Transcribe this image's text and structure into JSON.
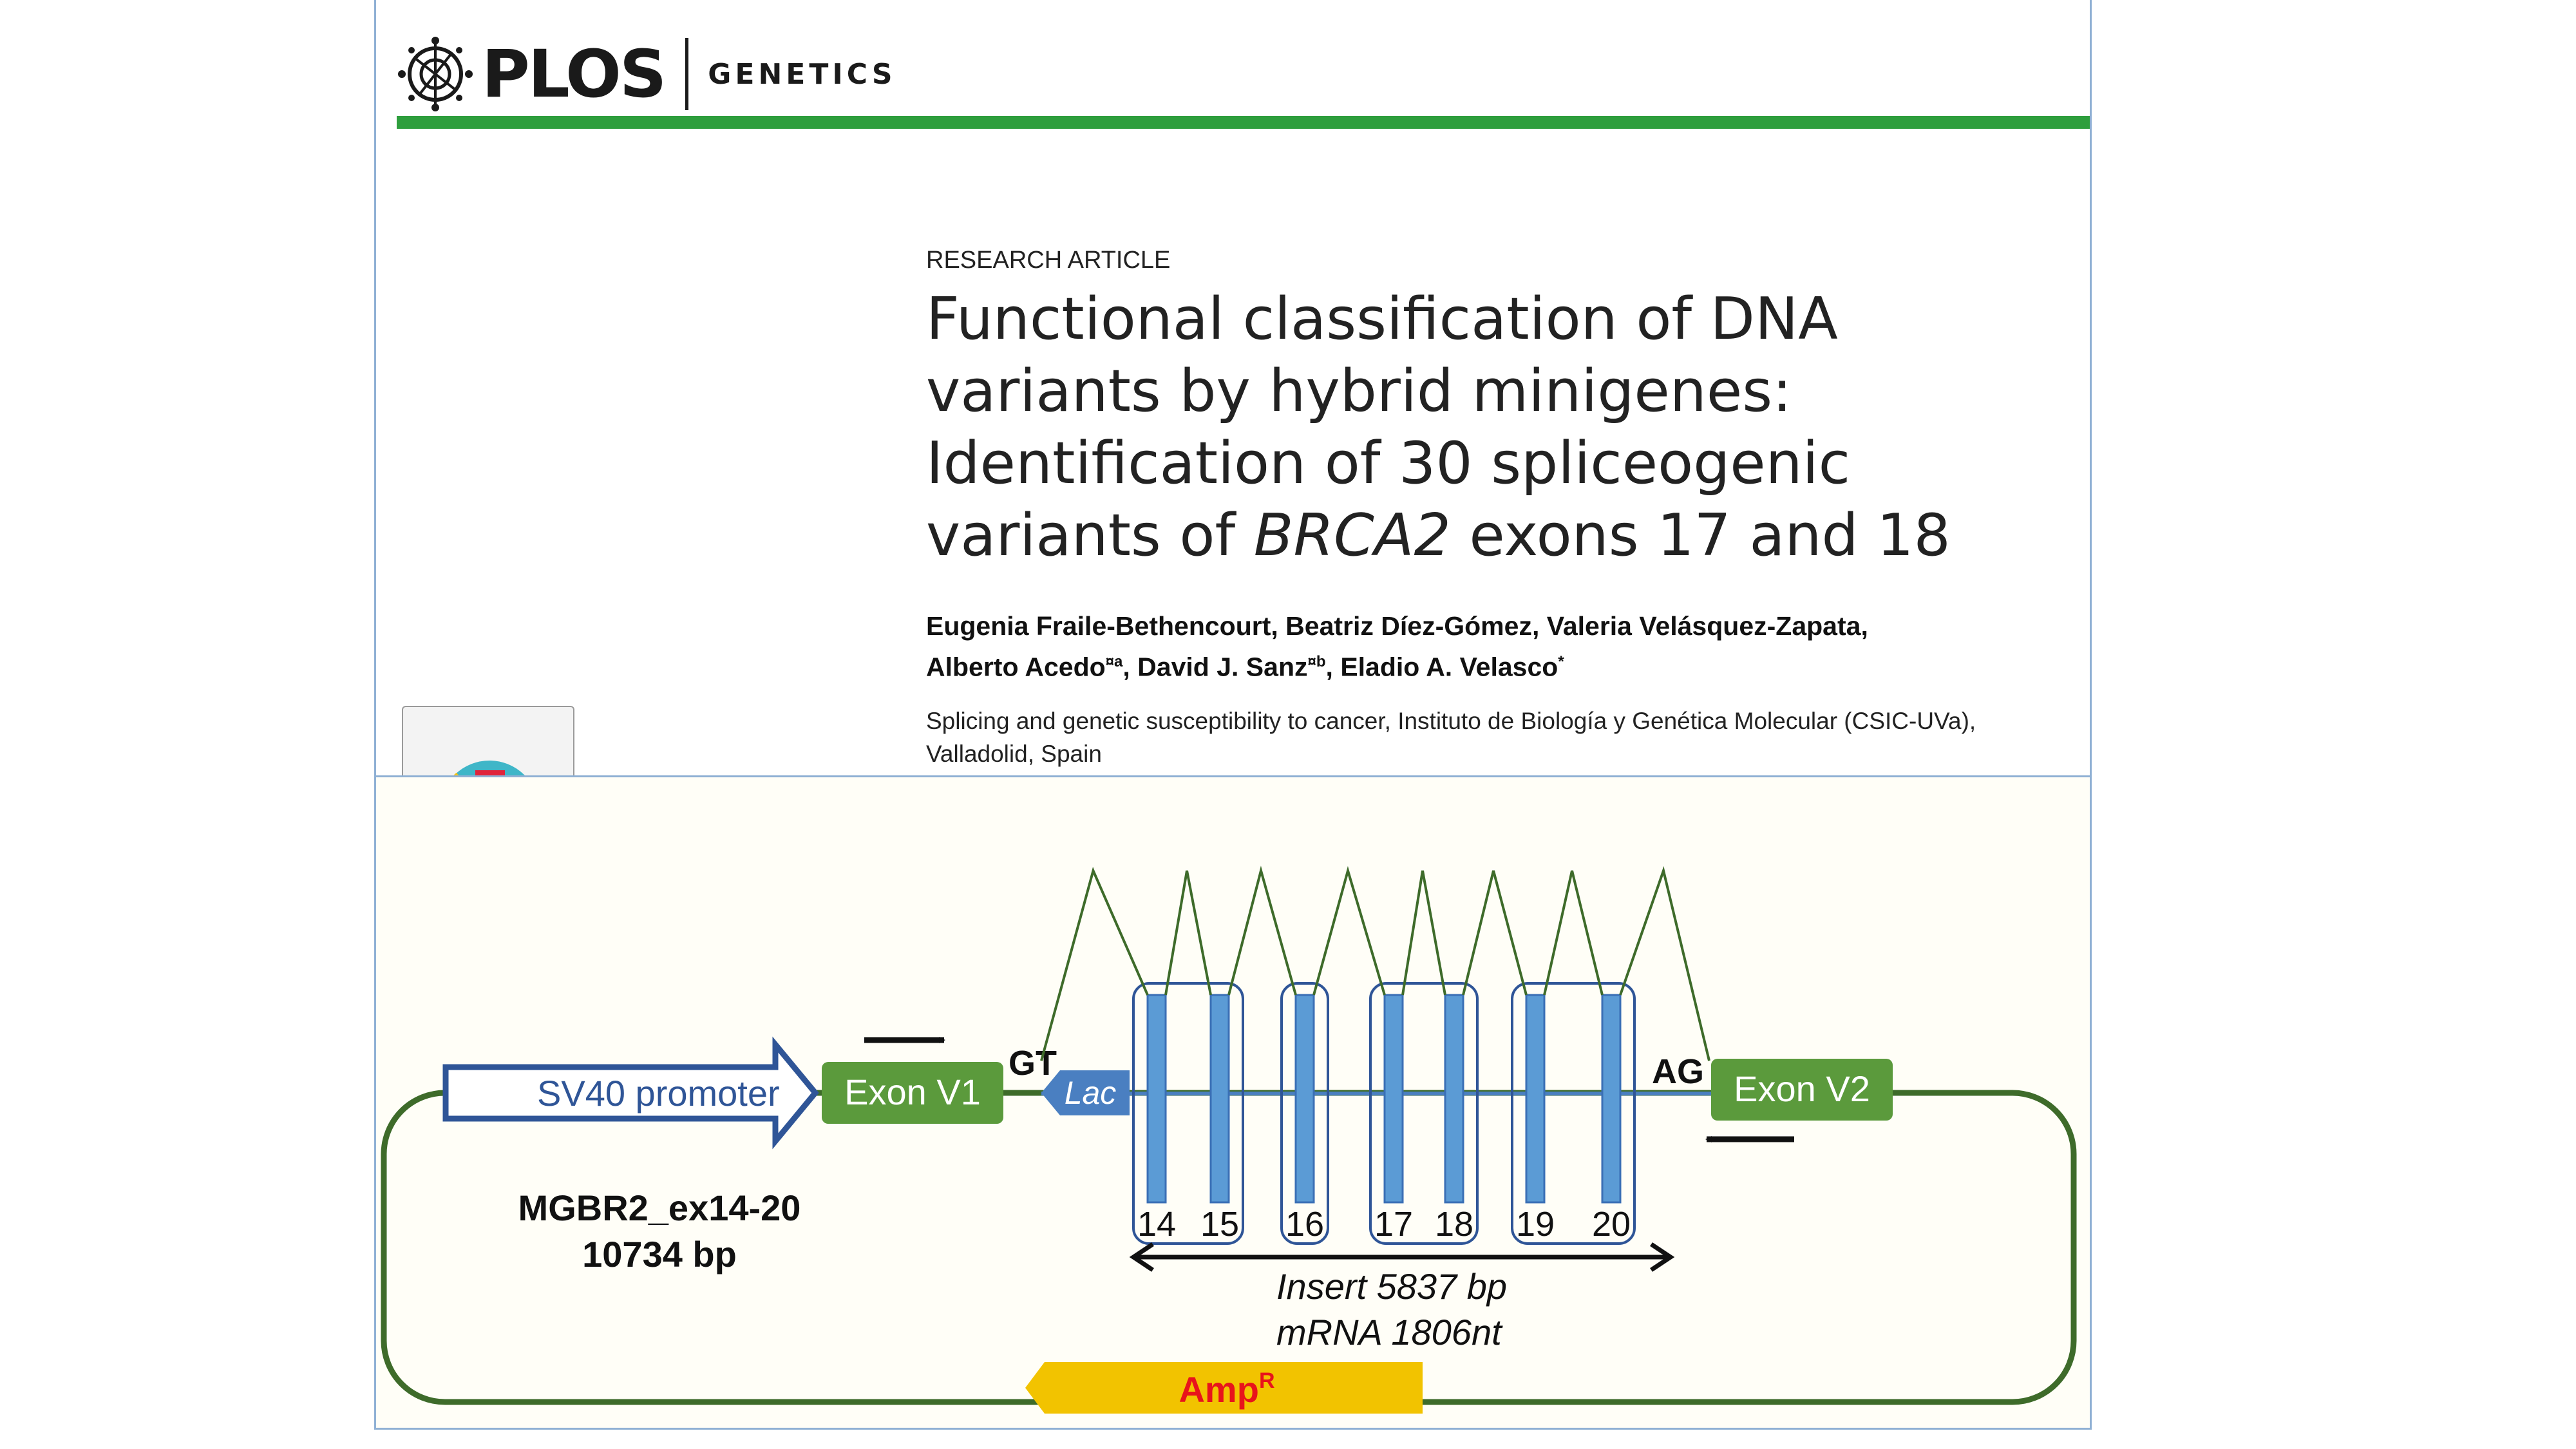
{
  "header": {
    "publisher": "PLOS",
    "journal": "GENETICS"
  },
  "article": {
    "type": "RESEARCH ARTICLE",
    "title_part1": "Functional classification of DNA variants by hybrid minigenes: Identification of 30 spliceogenic variants of",
    "title_gene": "BRCA2",
    "title_part2": "exons 17 and 18",
    "authors": [
      {
        "name": "Eugenia Fraile-Bethencourt",
        "sup": "",
        "sep": ", "
      },
      {
        "name": "Beatriz Díez-Gómez",
        "sup": "",
        "sep": ", "
      },
      {
        "name": "Valeria Velásquez-Zapata",
        "sup": "",
        "sep": ", "
      },
      {
        "name": "Alberto Acedo",
        "sup": "¤a",
        "sep": ", "
      },
      {
        "name": "David J. Sanz",
        "sup": "¤b",
        "sep": ", "
      },
      {
        "name": "Eladio A. Velasco",
        "sup": "*",
        "sep": ""
      }
    ],
    "affiliation": "Splicing and genetic susceptibility to cancer, Instituto de Biología y Genética Molecular (CSIC-UVa), Valladolid, Spain"
  },
  "figure": {
    "promoter": "SV40 promoter",
    "exon_v1": "Exon V1",
    "exon_v2": "Exon V2",
    "gt": "GT",
    "ag": "AG",
    "lac": "Lac",
    "construct_name": "MGBR2_ex14-20",
    "construct_size": "10734 bp",
    "insert_label": "Insert 5837 bp",
    "mrna_label": "mRNA 1806nt",
    "amp_base": "Amp",
    "amp_sup": "R",
    "exons": [
      "14",
      "15",
      "16",
      "17",
      "18",
      "19",
      "20"
    ],
    "colors": {
      "plasmid": "#3e6b2a",
      "exon_box": "#5b9a3c",
      "promoter_border": "#2f5597",
      "lac": "#4a7fc1",
      "exon_bar": "#5b9bd5",
      "amp": "#f2c300",
      "amp_text": "#e8141b",
      "splice_line": "#3e6b2a"
    }
  }
}
